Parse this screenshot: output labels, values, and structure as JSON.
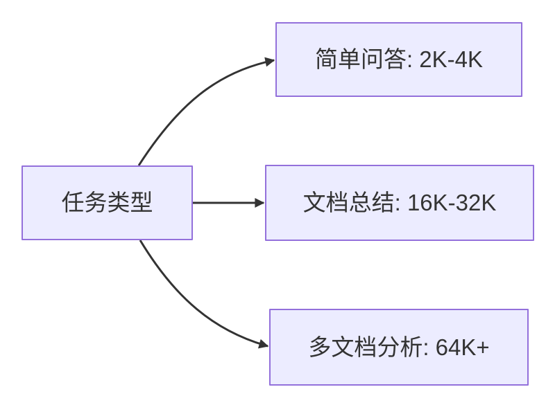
{
  "diagram": {
    "type": "flowchart",
    "direction": "LR",
    "root": {
      "id": "task-type",
      "label": "任务类型"
    },
    "branches": [
      {
        "id": "simple-qa",
        "label": "简单问答: 2K-4K"
      },
      {
        "id": "doc-summary",
        "label": "文档总结: 16K-32K"
      },
      {
        "id": "multi-doc-analysis",
        "label": "多文档分析: 64K+"
      }
    ],
    "edges": [
      {
        "from": "任务类型",
        "to": "简单问答: 2K-4K"
      },
      {
        "from": "任务类型",
        "to": "文档总结: 16K-32K"
      },
      {
        "from": "任务类型",
        "to": "多文档分析: 64K+"
      }
    ]
  },
  "colors": {
    "node_fill": "#ECECFF",
    "node_border": "#9370DB",
    "edge_line": "#333333",
    "text": "#333333",
    "background": "#FFFFFF"
  }
}
